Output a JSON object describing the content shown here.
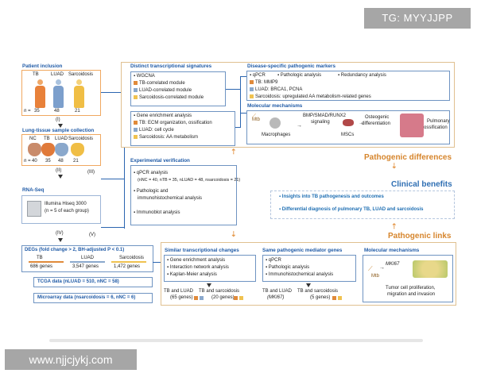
{
  "watermark_top": "TG: MYYJJPP",
  "watermark_bottom": "www.njjcjykj.com",
  "colors": {
    "accent_blue": "#1f5aa6",
    "accent_orange": "#d6852c",
    "tb": "#e08a3a",
    "luad": "#8aa8cc",
    "sarcoidosis": "#f0c250"
  },
  "left": {
    "patient_inclusion": {
      "title": "Patient inclusion",
      "groups": [
        "TB",
        "LUAD",
        "Sarcoidosis"
      ],
      "n_label": "n =",
      "counts": [
        "35",
        "48",
        "21"
      ],
      "marker": "(I)"
    },
    "lung_collection": {
      "title": "Lung-tissue sample collection",
      "groups": [
        "NC",
        "TB",
        "LUAD",
        "Sarcoidosis"
      ],
      "n_label": "n =",
      "counts": [
        "40",
        "35",
        "48",
        "21"
      ],
      "marker": "(II)"
    },
    "marker_iii": "(III)",
    "rnaseq": {
      "title": "RNA-Seq",
      "instrument": "Illumina Hiseq 3000",
      "sample_note": "(n = 5 of each group)"
    },
    "marker_iv": "(IV)",
    "marker_v": "(V)",
    "degs": {
      "title": "DEGs (fold change > 2, BH-adjusted P < 0.1)",
      "groups": [
        "TB",
        "LUAD",
        "Sarcoidosis"
      ],
      "counts": [
        "686 genes",
        "3,547 genes",
        "1,472 genes"
      ]
    },
    "tcga": "TCGA data (nLUAD = 510, nNC = 58)",
    "microarray": "Microarray data (nsarcoidosis = 6, nNC = 6)"
  },
  "distinct": {
    "title": "Distinct transcriptional signatures",
    "wgcna": "WGCNA",
    "modules": [
      "TB-correlated module",
      "LUAD-correlated module",
      "Sarcoidosis-correlated module"
    ],
    "enrichment": "Gene enrichment analysis",
    "enrich_items": [
      "TB: ECM organization, ossification",
      "LUAD: cell cycle",
      "Sarcoidosis: AA metabolism"
    ]
  },
  "markers": {
    "title": "Disease-specific pathogenic markers",
    "methods": [
      "qPCR",
      "Pathologic analysis",
      "Redundancy analysis"
    ],
    "items": [
      "TB: MMP9",
      "LUAD: BRCA1, PCNA",
      "Sarcoidosis: upregulated AA metabolism-related genes"
    ]
  },
  "mechanisms_top": {
    "title": "Molecular mechanisms",
    "mtb": "Mtb",
    "macrophages": "Macrophages",
    "signaling": "BMP/SMAD/RUNX2",
    "signaling2": "signaling",
    "mscs": "MSCs",
    "osteo": "Osteogenic",
    "osteo2": "differentiation",
    "ossification": "Pulmonary",
    "ossification2": "ossification"
  },
  "verification": {
    "title": "Experimental verification",
    "items": [
      "qPCR analysis",
      "(nNC = 40, nTB = 35, nLUAD = 48, nsarcoidosis = 21)",
      "Pathologic and",
      "immunohistochemical analysis",
      "Immunoblot analysis"
    ]
  },
  "right_mid": {
    "pathogenic_differences": "Pathogenic differences",
    "clinical_benefits": "Clinical benefits",
    "insights": "Insights into TB pathogenesis and outcomes",
    "diagnosis": "Differential diagnosis of pulmonary  TB, LUAD and sarcoidosis",
    "pathogenic_links": "Pathogenic links"
  },
  "similar": {
    "title": "Similar transcriptional changes",
    "items": [
      "Gene enrichment analysis",
      "Interaction network analysis",
      "Kaplan-Meier analysis"
    ],
    "left_result": "TB and LUAD",
    "left_count": "(65 genes)",
    "right_result": "TB and sarcoidosis",
    "right_count": "(20 genes)"
  },
  "mediator": {
    "title": "Same pathogenic mediator genes",
    "items": [
      "qPCR",
      "Pathologic analysis",
      "Immunohistochemical analysis"
    ],
    "left_result": "TB and LUAD",
    "left_count": "(MKI67)",
    "right_result": "TB and sarcoidosis",
    "right_count": "(5 genes)"
  },
  "mechanisms_bottom": {
    "title": "Molecular mechanisms",
    "gene": "MKI67",
    "mtb": "Mtb",
    "outcome1": "Tumor cell proliferation,",
    "outcome2": "migration and invasion"
  }
}
